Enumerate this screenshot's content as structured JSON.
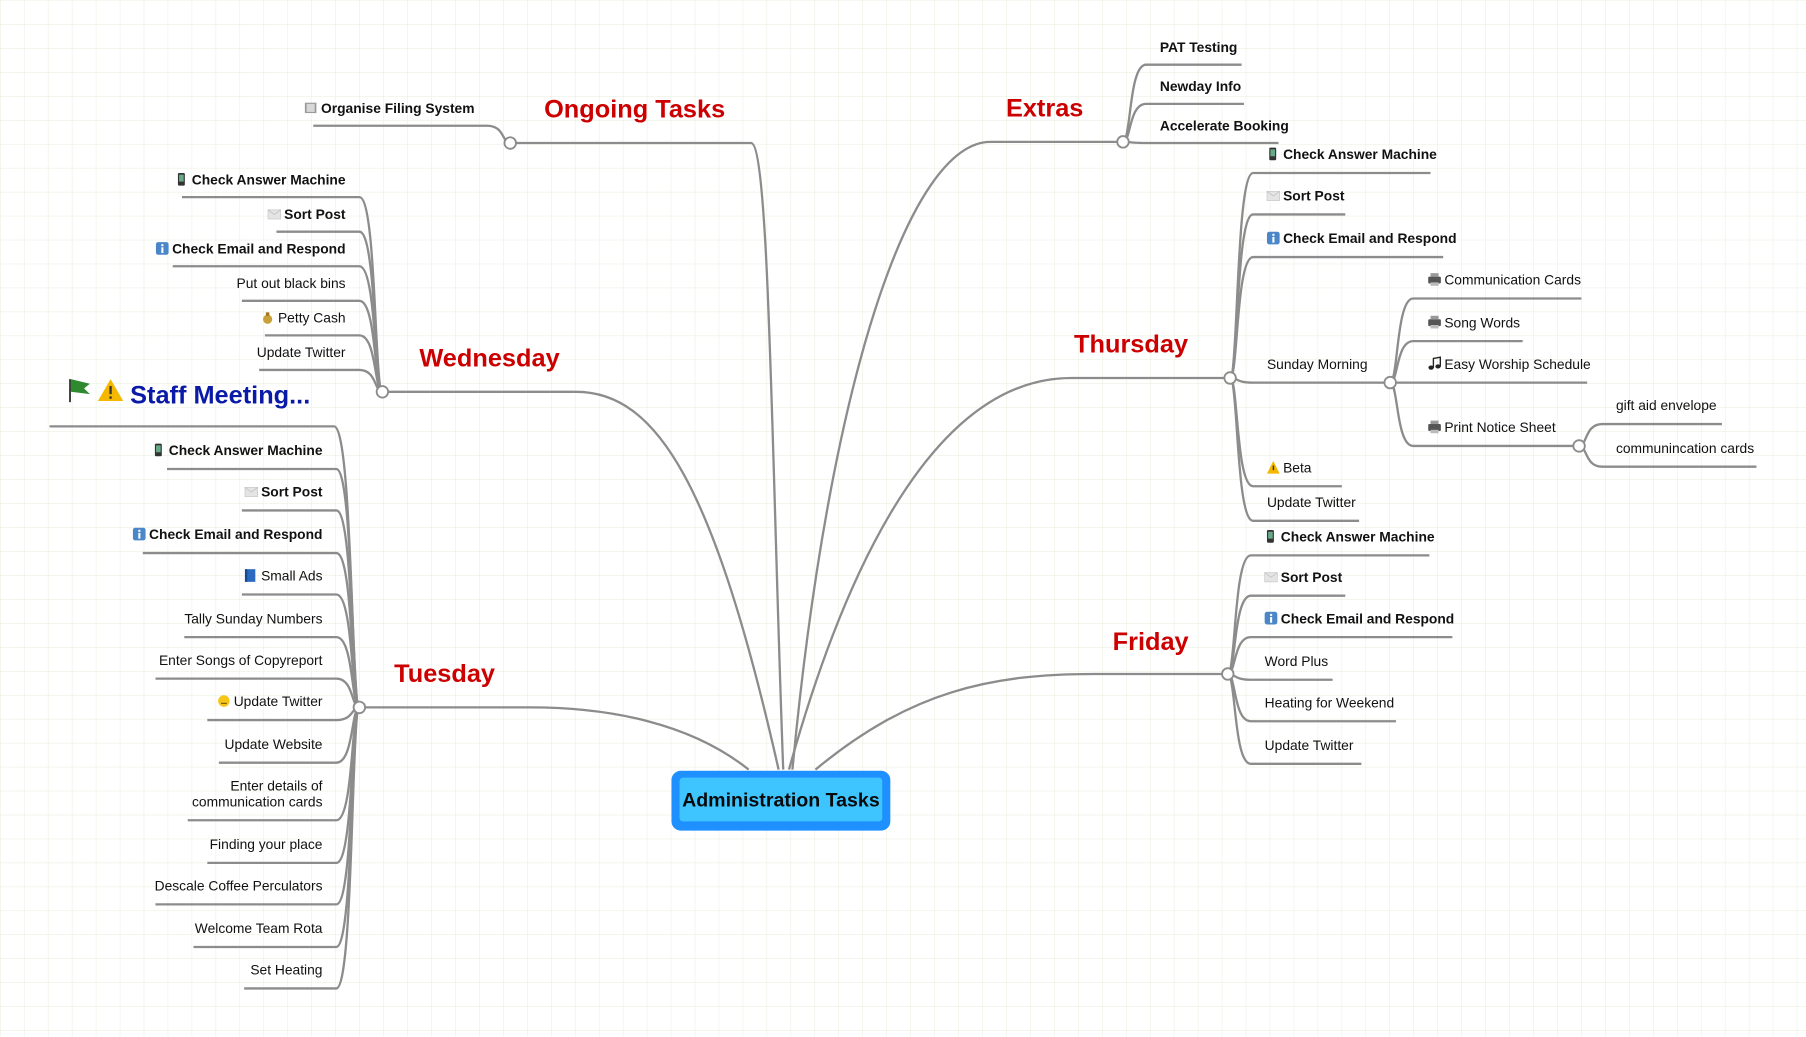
{
  "center": {
    "title": "Administration Tasks",
    "fill": "#3ec5ff",
    "border": "#1e90ff"
  },
  "colors": {
    "branch_label": "#cc0000",
    "highlight_label": "#0a1aa8",
    "connector": "#8c8c8c"
  },
  "branches": {
    "ongoing": {
      "label": "Ongoing Tasks",
      "children": [
        {
          "label": "Organise Filing System",
          "icon": "folder-icon",
          "bold": true
        }
      ]
    },
    "extras": {
      "label": "Extras",
      "children": [
        {
          "label": "PAT Testing",
          "bold": true
        },
        {
          "label": "Newday Info",
          "bold": true
        },
        {
          "label": "Accelerate Booking",
          "bold": true
        }
      ]
    },
    "wednesday": {
      "label": "Wednesday",
      "children": [
        {
          "label": "Check Answer Machine",
          "icon": "phone-icon",
          "bold": true
        },
        {
          "label": "Sort Post",
          "icon": "envelope-icon",
          "bold": true
        },
        {
          "label": "Check Email and Respond",
          "icon": "info-icon",
          "bold": true
        },
        {
          "label": "Put out black bins"
        },
        {
          "label": "Petty Cash",
          "icon": "money-bag-icon"
        },
        {
          "label": "Update Twitter"
        }
      ]
    },
    "tuesday": {
      "label": "Tuesday",
      "highlight": {
        "label": "Staff Meeting...",
        "icons": [
          "flag-icon",
          "warning-icon"
        ]
      },
      "children": [
        {
          "label": "Check Answer Machine",
          "icon": "phone-icon",
          "bold": true
        },
        {
          "label": "Sort Post",
          "icon": "envelope-icon",
          "bold": true
        },
        {
          "label": "Check Email and Respond",
          "icon": "info-icon",
          "bold": true
        },
        {
          "label": "Small Ads",
          "icon": "book-icon"
        },
        {
          "label": "Tally Sunday Numbers"
        },
        {
          "label": "Enter Songs of Copyreport"
        },
        {
          "label": "Update Twitter",
          "icon": "smiley-icon"
        },
        {
          "label": "Update Website"
        },
        {
          "label": "Enter details of",
          "label2": "communication cards"
        },
        {
          "label": "Finding your place"
        },
        {
          "label": "Descale Coffee Perculators"
        },
        {
          "label": "Welcome Team Rota"
        },
        {
          "label": "Set Heating"
        }
      ]
    },
    "thursday": {
      "label": "Thursday",
      "children": [
        {
          "label": "Check Answer Machine",
          "icon": "phone-icon",
          "bold": true
        },
        {
          "label": "Sort Post",
          "icon": "envelope-icon",
          "bold": true
        },
        {
          "label": "Check Email and Respond",
          "icon": "info-icon",
          "bold": true
        },
        {
          "label": "Sunday Morning",
          "children": [
            {
              "label": "Communication Cards",
              "icon": "printer-icon"
            },
            {
              "label": "Song Words",
              "icon": "printer-icon"
            },
            {
              "label": "Easy Worship Schedule",
              "icon": "music-note-icon"
            },
            {
              "label": "Print Notice Sheet",
              "icon": "printer-icon",
              "children": [
                {
                  "label": "gift aid envelope"
                },
                {
                  "label": "communincation cards"
                }
              ]
            }
          ]
        },
        {
          "label": "Beta",
          "icon": "warning-icon"
        },
        {
          "label": "Update Twitter"
        }
      ]
    },
    "friday": {
      "label": "Friday",
      "children": [
        {
          "label": "Check Answer Machine",
          "icon": "phone-icon",
          "bold": true
        },
        {
          "label": "Sort Post",
          "icon": "envelope-icon",
          "bold": true
        },
        {
          "label": "Check Email and Respond",
          "icon": "info-icon",
          "bold": true
        },
        {
          "label": "Word Plus"
        },
        {
          "label": "Heating for Weekend"
        },
        {
          "label": "Update Twitter"
        }
      ]
    }
  }
}
